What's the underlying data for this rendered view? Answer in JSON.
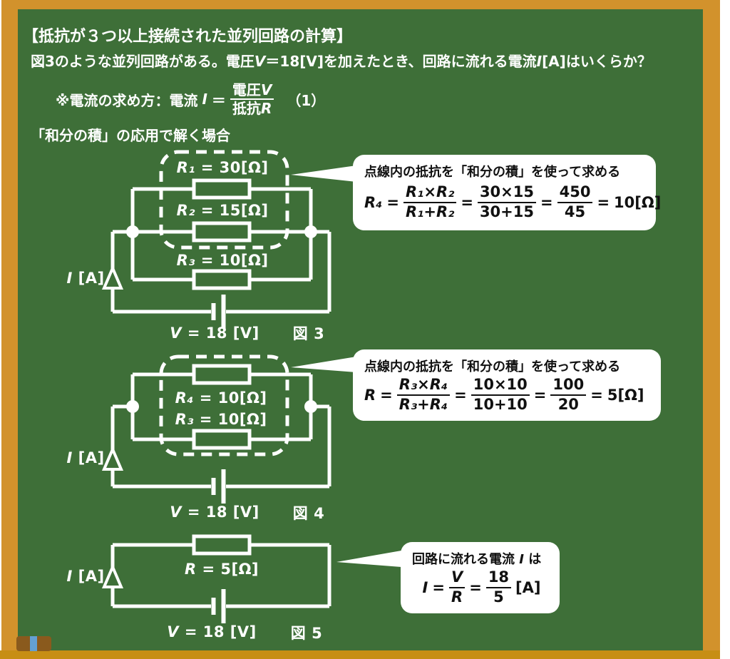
{
  "colors": {
    "frame": "#d2922c",
    "tray": "#c78e14",
    "board_green": "#3e6f38",
    "chalk_white": "#ffffff",
    "bubble_text": "#111111",
    "eraser_brown": "#8a5a1d",
    "eraser_stripe_blue": "#64a0d2"
  },
  "header": {
    "title": "【抵抗が３つ以上接続された並列回路の計算】",
    "problem": {
      "p1": "図3のような並列回路がある。電圧",
      "v": "V",
      "p2": "＝18[V]を加えたとき、回路に流れる電流",
      "i": "I",
      "p3": "[A]はいくらか？"
    },
    "note": {
      "prefix": "※電流の求め方：電流 ",
      "var": "I",
      "eq": "＝",
      "num_label": "電圧",
      "num_var": "V",
      "den_label": "抵抗",
      "den_var": "R",
      "suffix": "（1）"
    },
    "method": "「和分の積」の応用で解く場合"
  },
  "fig3": {
    "caption": "図 3",
    "r1_var": "R₁",
    "r1_rest": " = 30[Ω]",
    "r2_var": "R₂",
    "r2_rest": " = 15[Ω]",
    "r3_var": "R₃",
    "r3_rest": " = 10[Ω]",
    "i_var": "I",
    "i_rest": " [A]",
    "v_var": "V",
    "v_rest": " = 18 [V]"
  },
  "fig4": {
    "caption": "図 4",
    "r4_var": "R₄",
    "r4_rest": " = 10[Ω]",
    "r3_var": "R₃",
    "r3_rest": " = 10[Ω]",
    "i_var": "I",
    "i_rest": " [A]",
    "v_var": "V",
    "v_rest": " = 18 [V]"
  },
  "fig5": {
    "caption": "図 5",
    "r_var": "R",
    "r_rest": " = 5[Ω]",
    "i_var": "I",
    "i_rest": " [A]",
    "v_var": "V",
    "v_rest": " = 18 [V]"
  },
  "bubble1": {
    "title": "点線内の抵抗を「和分の積」を使って求める",
    "lhs": "R₄",
    "eq1": "=",
    "f1n": "R₁×R₂",
    "f1d": "R₁+R₂",
    "eq2": "=",
    "f2n": "30×15",
    "f2d": "30+15",
    "eq3": "=",
    "f3n": "450",
    "f3d": "45",
    "eq4": "=",
    "result": "10[Ω]"
  },
  "bubble2": {
    "title": "点線内の抵抗を「和分の積」を使って求める",
    "lhs": "R",
    "eq1": "=",
    "f1n": "R₃×R₄",
    "f1d": "R₃+R₄",
    "eq2": "=",
    "f2n": "10×10",
    "f2d": "10+10",
    "eq3": "=",
    "f3n": "100",
    "f3d": "20",
    "eq4": "=",
    "result": "5[Ω]"
  },
  "bubble3": {
    "t1": "回路に流れる電流 ",
    "tvar": "I",
    "t2": " は",
    "lhs": "I",
    "eq1": "=",
    "f1n": "V",
    "f1d": "R",
    "eq2": "=",
    "f2n": "18",
    "f2d": "5",
    "result": "[A]"
  }
}
